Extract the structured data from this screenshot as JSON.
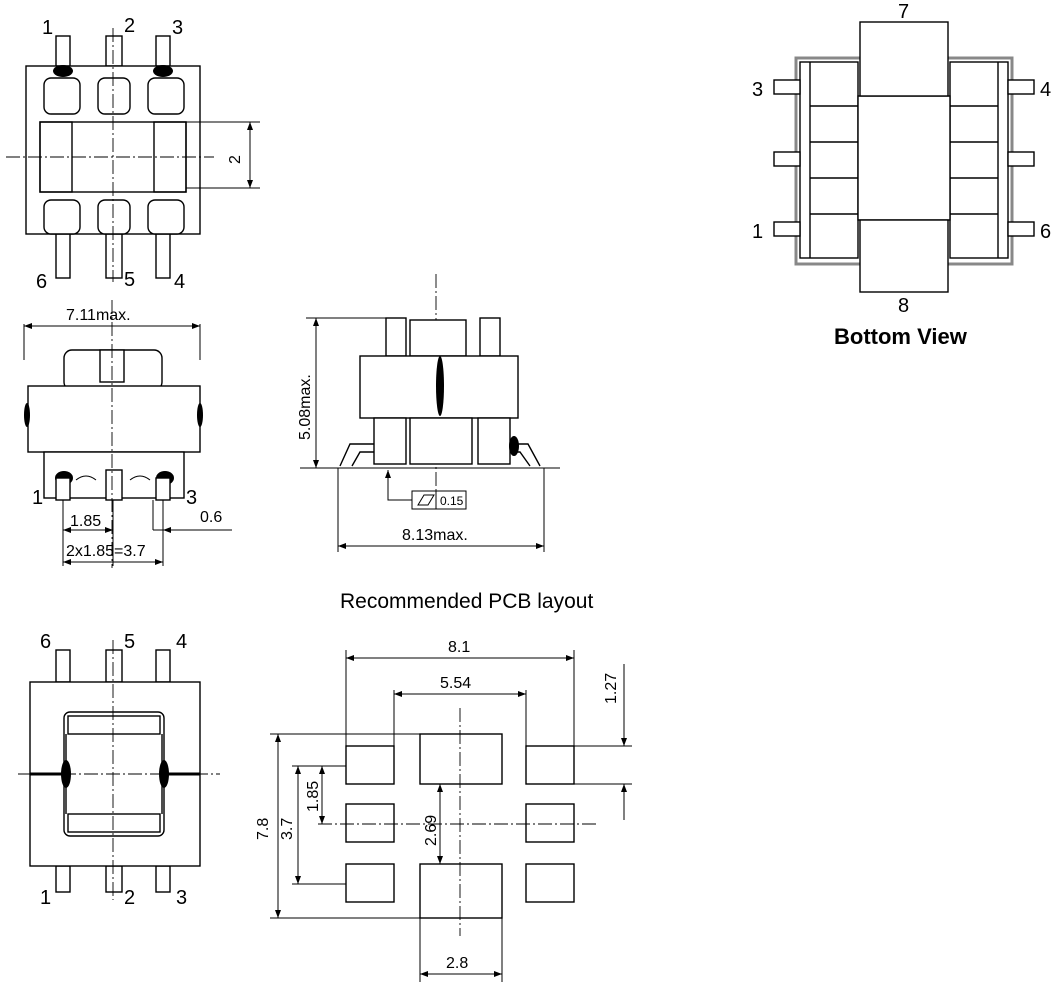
{
  "pins": {
    "top_view": [
      "1",
      "2",
      "3",
      "6",
      "5",
      "4"
    ],
    "bottom_view": [
      "7",
      "3",
      "4",
      "1",
      "6",
      "8"
    ],
    "pcb_view": [
      "6",
      "5",
      "4",
      "1",
      "2",
      "3"
    ],
    "side_view": [
      "1",
      "3"
    ]
  },
  "dimensions": {
    "top_gap": "2",
    "width_max": "7.11max.",
    "height_max": "5.08max.",
    "length_max": "8.13max.",
    "flatness": "0.15",
    "pitch": "1.85",
    "pin_width": "0.6",
    "pitch_total": "2x1.85=3.7",
    "pcb_outer": "8.1",
    "pcb_inner": "5.54",
    "pcb_pad_h": "1.27",
    "pcb_total_h": "7.8",
    "pcb_span": "3.7",
    "pcb_pitch": "1.85",
    "pcb_center_pad": "2.69",
    "pcb_center_w": "2.8"
  },
  "labels": {
    "bottom_view": "Bottom View",
    "pcb_title": "Recommended PCB layout"
  }
}
